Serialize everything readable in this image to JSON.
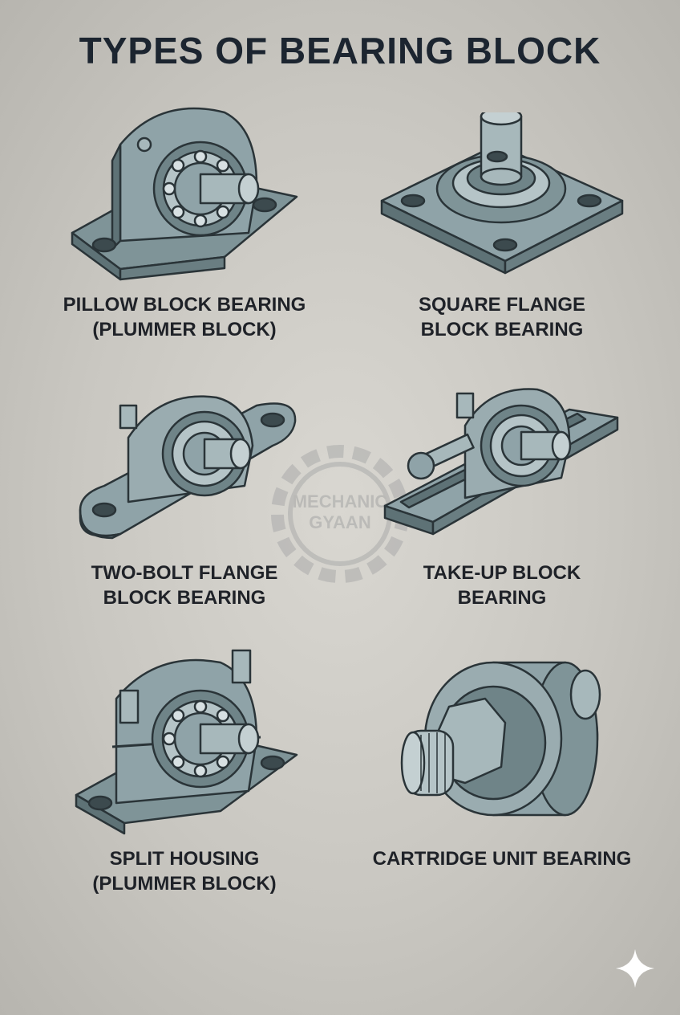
{
  "title": "TYPES OF BEARING BLOCK",
  "watermark": {
    "line1": "MECHANIC",
    "line2": "GYAAN"
  },
  "items": [
    {
      "line1": "PILLOW BLOCK BEARING",
      "line2": "(PLUMMER BLOCK)",
      "icon": "pillow-block-bearing-icon"
    },
    {
      "line1": "SQUARE FLANGE",
      "line2": "BLOCK BEARING",
      "icon": "square-flange-bearing-icon"
    },
    {
      "line1": "TWO-BOLT FLANGE",
      "line2": "BLOCK BEARING",
      "icon": "two-bolt-flange-bearing-icon"
    },
    {
      "line1": "TAKE-UP BLOCK",
      "line2": "BEARING",
      "icon": "take-up-block-bearing-icon"
    },
    {
      "line1": "SPLIT HOUSING",
      "line2": "(PLUMMER BLOCK)",
      "icon": "split-housing-bearing-icon"
    },
    {
      "line1": "CARTRIDGE UNIT BEARING",
      "line2": "",
      "icon": "cartridge-unit-bearing-icon"
    }
  ],
  "colors": {
    "metal": "#8fa3a8",
    "metal_dark": "#5e7276",
    "outline": "#2a3438",
    "title": "#1c2530"
  }
}
